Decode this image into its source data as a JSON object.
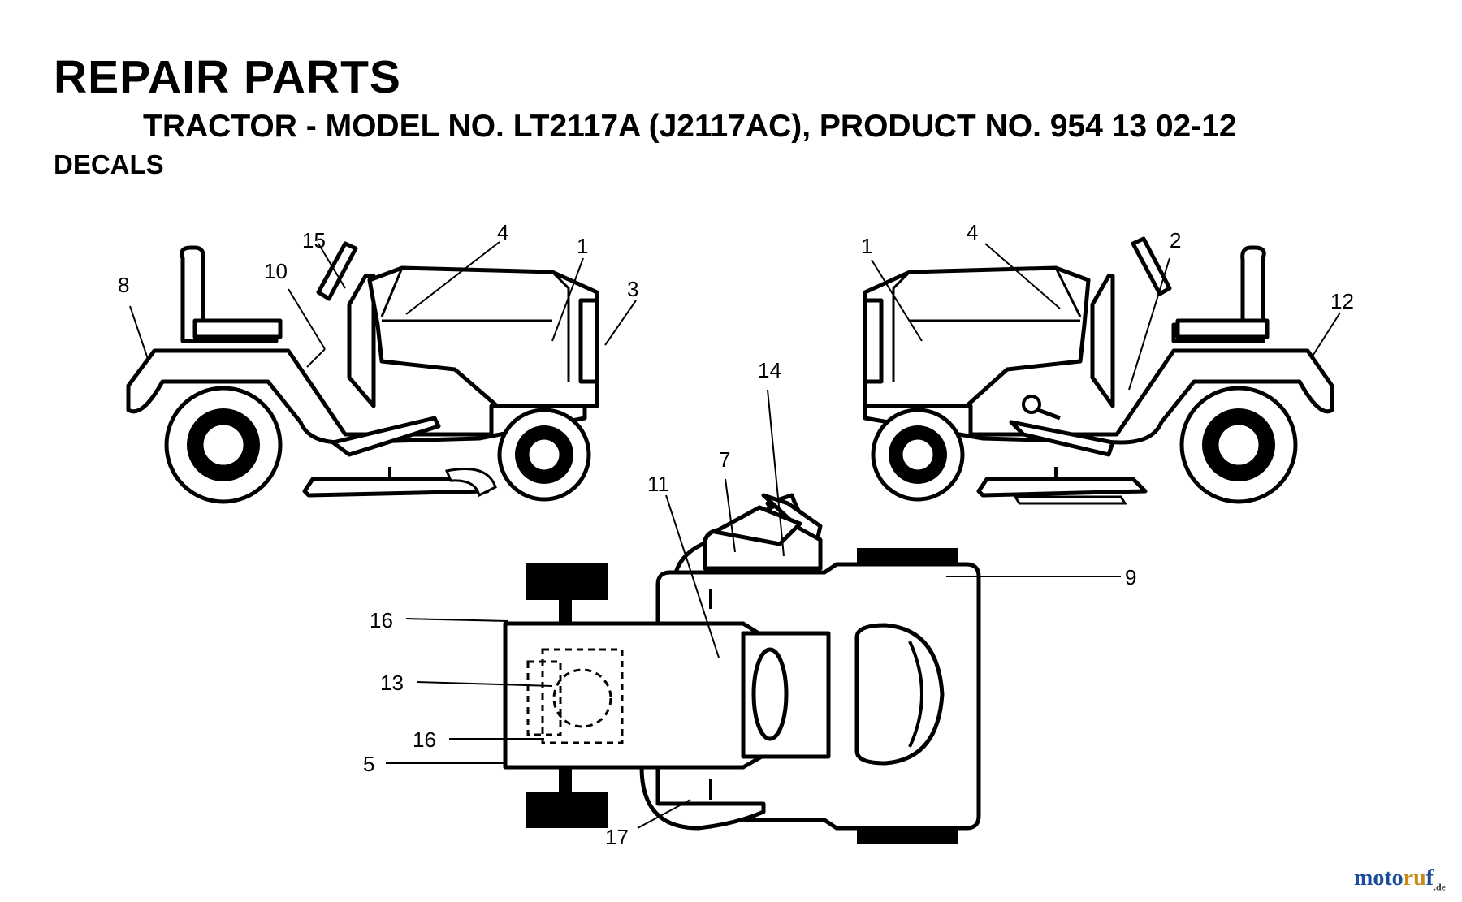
{
  "header": {
    "title": "REPAIR PARTS",
    "subtitle": "TRACTOR - MODEL NO. LT2117A (J2117AC),  PRODUCT NO. 954 13 02-12",
    "section": "DECALS"
  },
  "callouts": {
    "left_view": [
      "8",
      "10",
      "15",
      "4",
      "1",
      "3"
    ],
    "right_view": [
      "1",
      "4",
      "2",
      "12"
    ],
    "top_view": [
      "14",
      "7",
      "11",
      "9",
      "16",
      "13",
      "16",
      "5",
      "17"
    ]
  },
  "watermark": {
    "part1": "moto",
    "part2": "ru",
    "part3": "f",
    "suffix": ".de"
  }
}
